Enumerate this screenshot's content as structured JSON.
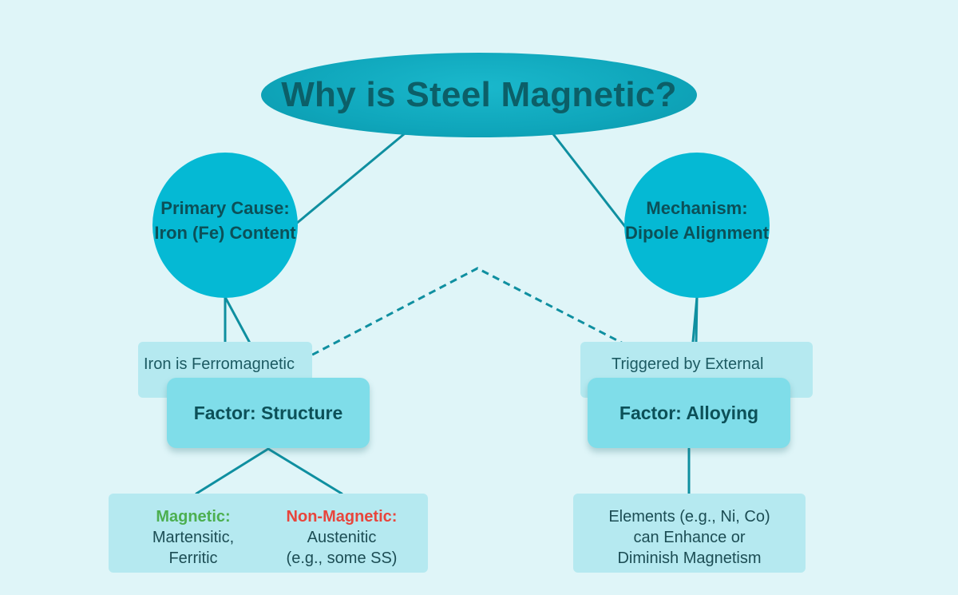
{
  "title": "Why is Steel Magnetic?",
  "primary_cause": {
    "line1": "Primary Cause:",
    "line2": "Iron (Fe) Content"
  },
  "mechanism": {
    "line1": "Mechanism:",
    "line2": "Dipole Alignment"
  },
  "iron_note": "Iron is Ferromagnetic",
  "external_note": "Triggered by External",
  "factor_structure": "Factor: Structure",
  "factor_alloying": "Factor: Alloying",
  "structure_detail": {
    "magnetic_head": "Magnetic:",
    "magnetic_line1": "Martensitic,",
    "magnetic_line2": "Ferritic",
    "nonmagnetic_head": "Non-Magnetic:",
    "nonmagnetic_line1": "Austenitic",
    "nonmagnetic_line2": "(e.g., some SS)"
  },
  "alloy_detail": {
    "line1": "Elements (e.g., Ni, Co)",
    "line2": "can Enhance or",
    "line3": "Diminish Magnetism"
  },
  "colors": {
    "background": "#dff5f8",
    "node": "#05b9d4",
    "connector": "#0f8fa0",
    "magnetic": "#4caf50",
    "non_magnetic": "#e8453c"
  }
}
